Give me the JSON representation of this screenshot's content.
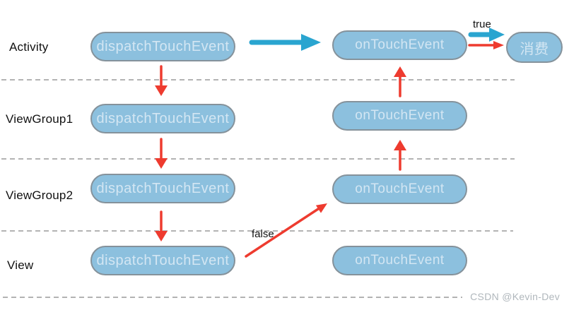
{
  "diagram": {
    "rows": [
      {
        "label": "Activity",
        "dispatch_label": "dispatchTouchEvent",
        "ontouch_label": "onTouchEvent"
      },
      {
        "label": "ViewGroup1",
        "dispatch_label": "dispatchTouchEvent",
        "ontouch_label": "onTouchEvent"
      },
      {
        "label": "ViewGroup2",
        "dispatch_label": "dispatchTouchEvent",
        "ontouch_label": "onTouchEvent"
      },
      {
        "label": "View",
        "dispatch_label": "dispatchTouchEvent",
        "ontouch_label": "onTouchEvent"
      }
    ],
    "consume_box_label": "消费",
    "annotations": {
      "true_label": "true",
      "false_label": "false"
    },
    "watermark": "CSDN @Kevin-Dev",
    "colors": {
      "page_bg": "#ffffff",
      "box_fill": "#8cc0de",
      "box_border": "#85929b",
      "box_text": "#d3e6f3",
      "label_text": "#111111",
      "arrow_red": "#ee3b2f",
      "arrow_blue": "#2aa5d0",
      "dashed_line": "#b3b3b3",
      "watermark_text": "#b0b7bc"
    }
  }
}
